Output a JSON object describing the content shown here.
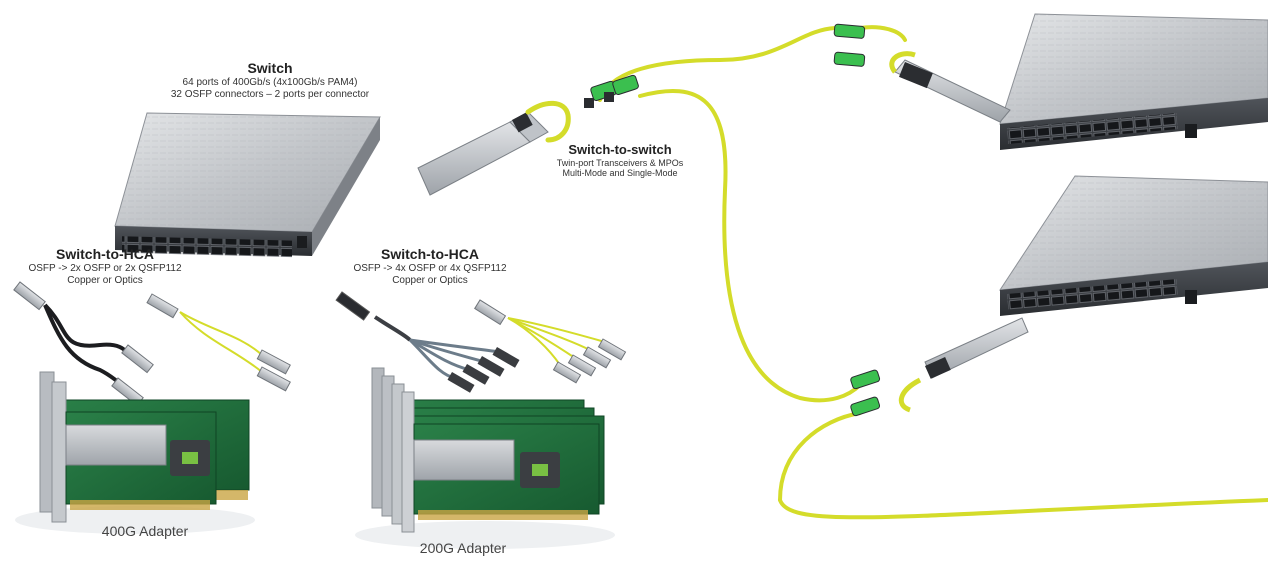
{
  "switch": {
    "title": "Switch",
    "line1": "64 ports of 400Gb/s (4x100Gb/s PAM4)",
    "line2": "32 OSFP connectors – 2 ports per connector"
  },
  "switch_to_switch": {
    "title": "Switch-to-switch",
    "line1": "Twin-port Transceivers & MPOs",
    "line2": "Multi-Mode and Single-Mode"
  },
  "hca_400g": {
    "title": "Switch-to-HCA",
    "line1": "OSFP -> 2x OSFP or 2x QSFP112",
    "line2": "Copper or Optics",
    "adapter_label": "400G Adapter"
  },
  "hca_200g": {
    "title": "Switch-to-HCA",
    "line1": "OSFP -> 4x OSFP or 4x QSFP112",
    "line2": "Copper or Optics",
    "adapter_label": "200G Adapter"
  },
  "colors": {
    "fiber": "#d4dc2a",
    "mpo": "#3bbf4f",
    "pcb": "#1d6b3a",
    "metal": "#c9ccd0",
    "port": "#2a2c30"
  }
}
